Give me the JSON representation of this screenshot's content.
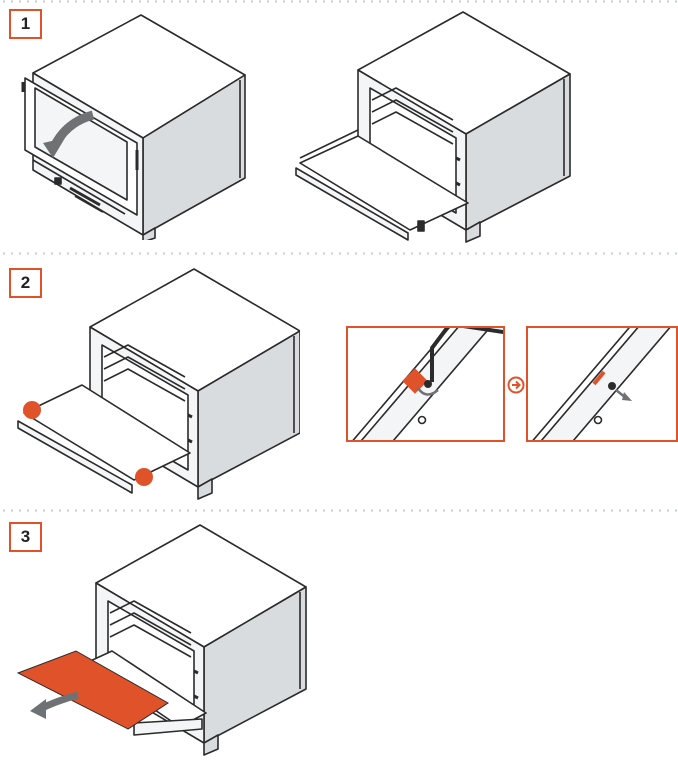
{
  "steps": [
    {
      "number": "1"
    },
    {
      "number": "2"
    },
    {
      "number": "3"
    }
  ],
  "colors": {
    "accent": "#e0522a",
    "outline": "#2b2b2b",
    "side_panel": "#d9dcde",
    "front_panel": "#f4f5f6",
    "divider_dots": "#c9ced3"
  },
  "icons": {
    "next_arrow": "circle-arrow-right-icon",
    "open_arrow": "curved-arrow-icon",
    "marker": "orange-dot-icon",
    "allen_key": "hex-key-icon"
  }
}
